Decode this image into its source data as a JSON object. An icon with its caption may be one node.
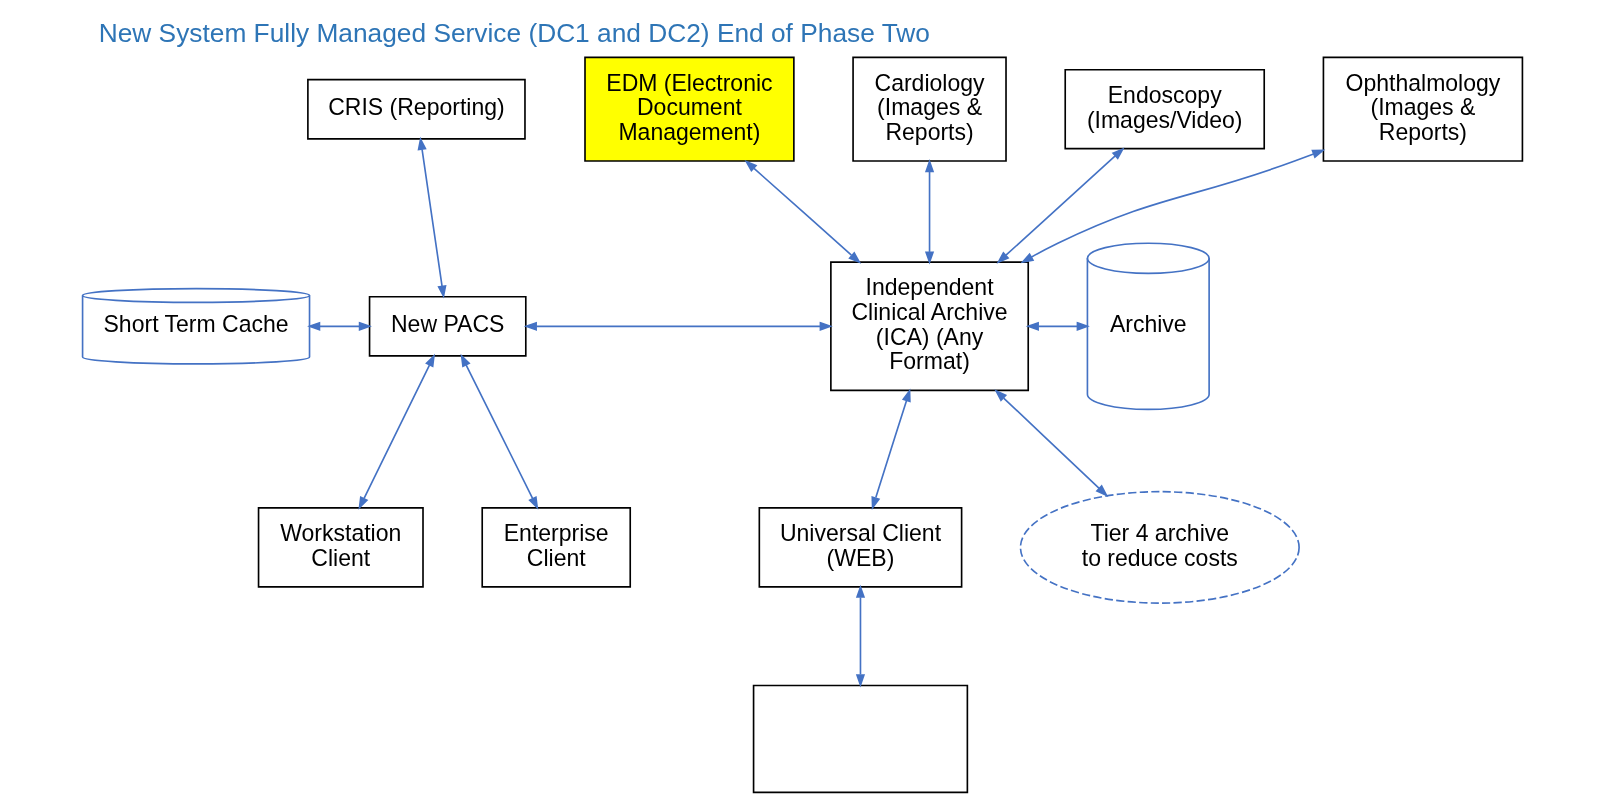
{
  "diagram": {
    "title": "New System Fully Managed Service (DC1 and DC2) End of Phase Two",
    "nodes": [
      {
        "text": [
          "CRIS (Reporting)"
        ]
      },
      {
        "text": [
          "EDM (Electronic Document Management)"
        ]
      },
      {
        "text": [
          "Cardiology (Images & Reports)"
        ]
      },
      {
        "text": [
          "Endoscopy (Images/Video)"
        ]
      },
      {
        "text": [
          "Ophthalmology (Images & Reports)"
        ]
      },
      {
        "text": [
          "Short Term Cache"
        ]
      },
      {
        "text": [
          "New PACS"
        ]
      },
      {
        "text": [
          "Independent Clinical Archive (ICA) (Any Format)"
        ]
      },
      {
        "text": [
          "Archive"
        ]
      },
      {
        "text": [
          "Workstation Client"
        ]
      },
      {
        "text": [
          "Enterprise Client"
        ]
      },
      {
        "text": [
          "Universal Client (WEB)"
        ]
      },
      {
        "text": [
          "Tier 4 archive to reduce costs"
        ]
      },
      {
        "text": [],
        "shape": "box"
      }
    ],
    "edges": [
      {
        "from": 0,
        "to": 6,
        "arrow": "both"
      },
      {
        "from": 5,
        "to": 6,
        "arrow": "both"
      },
      {
        "from": 6,
        "to": 7,
        "arrow": "both"
      },
      {
        "from": 1,
        "to": 7,
        "arrow": "both"
      },
      {
        "from": 2,
        "to": 7,
        "arrow": "both"
      },
      {
        "from": 3,
        "to": 7,
        "arrow": "both"
      },
      {
        "from": 4,
        "to": 7,
        "arrow": "both"
      },
      {
        "from": 7,
        "to": 8,
        "arrow": "both"
      },
      {
        "from": 7,
        "to": 12,
        "arrow": "both"
      },
      {
        "from": 6,
        "to": 9,
        "arrow": "both"
      },
      {
        "from": 6,
        "to": 10,
        "arrow": "both"
      },
      {
        "from": 7,
        "to": 11,
        "arrow": "both"
      },
      {
        "from": 11,
        "to": 13,
        "arrow": "both"
      }
    ]
  }
}
